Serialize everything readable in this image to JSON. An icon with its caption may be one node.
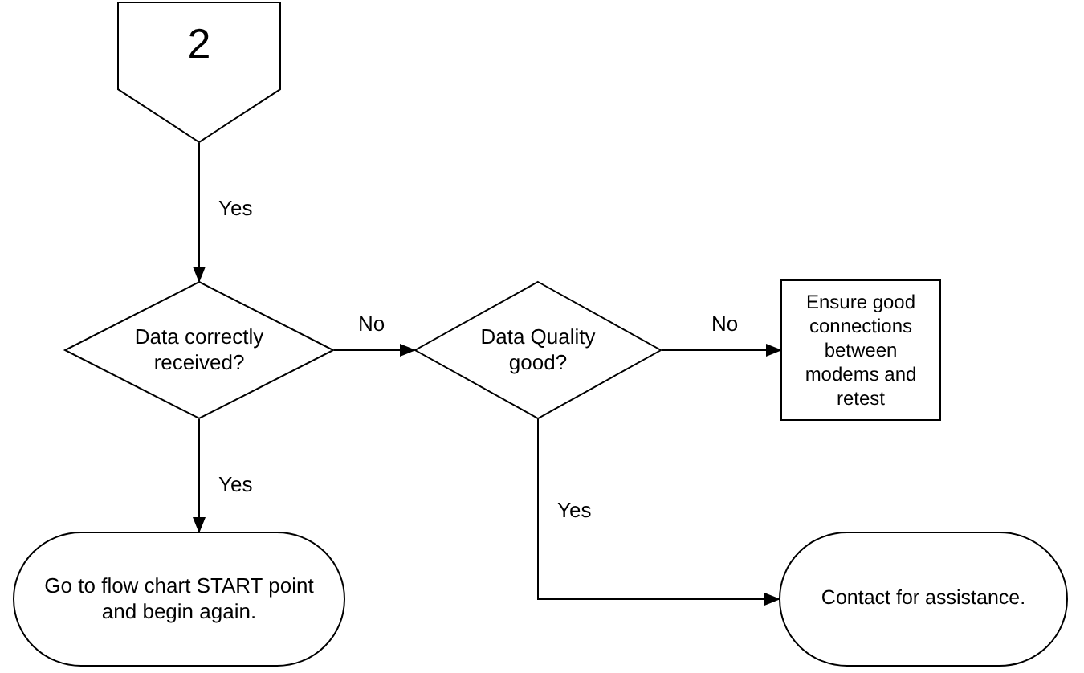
{
  "diagram": {
    "nodes": [
      {
        "text": [
          "2"
        ]
      },
      {
        "text": [
          "Data correctly received?"
        ]
      },
      {
        "text": [
          "Data Quality good?"
        ]
      },
      {
        "text": [
          "Ensure good connections between modems and retest"
        ]
      },
      {
        "text": [
          "Go to flow chart START point and begin again."
        ]
      },
      {
        "text": [
          "Contact for assistance."
        ]
      }
    ],
    "edges": [
      {
        "from": 0,
        "to": 1,
        "arrow": "to",
        "label": "Yes"
      },
      {
        "from": 1,
        "to": 2,
        "arrow": "to",
        "label": "No"
      },
      {
        "from": 2,
        "to": 3,
        "arrow": "to",
        "label": "No"
      },
      {
        "from": 1,
        "to": 4,
        "arrow": "to",
        "label": "Yes"
      },
      {
        "from": 2,
        "to": 5,
        "arrow": "to",
        "label": "Yes"
      }
    ]
  }
}
